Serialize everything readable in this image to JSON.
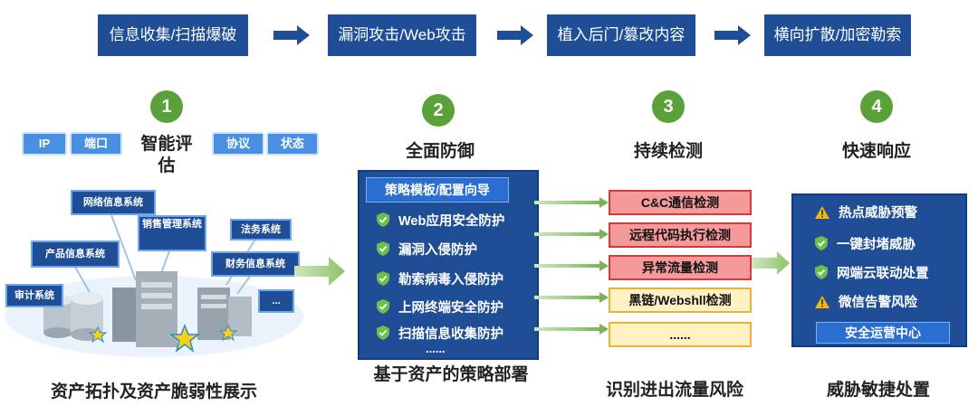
{
  "flow": [
    "信息收集/扫描爆破",
    "漏洞攻击/Web攻击",
    "植入后门/篡改内容",
    "横向扩散/加密勒索"
  ],
  "stages": [
    {
      "num": "1",
      "title": "智能评估",
      "bottom": "资产拓扑及资产脆弱性展示"
    },
    {
      "num": "2",
      "title": "全面防御",
      "bottom": "基于资产的策略部署"
    },
    {
      "num": "3",
      "title": "持续检测",
      "bottom": "识别进出流量风险"
    },
    {
      "num": "4",
      "title": "快速响应",
      "bottom": "威胁敏捷处置"
    }
  ],
  "tags": [
    "IP",
    "端口",
    "协议",
    "状态"
  ],
  "systems": [
    "网络信息系统",
    "销售管理系统",
    "法务系统",
    "产品信息系统",
    "财务信息系统",
    "审计系统",
    "..."
  ],
  "defense": {
    "header": "策略模板/配置向导",
    "items": [
      "Web应用安全防护",
      "漏洞入侵防护",
      "勒索病毒入侵防护",
      "上网终端安全防护",
      "扫描信息收集防护"
    ],
    "more": "......"
  },
  "detection": {
    "red": [
      "C&C通信检测",
      "远程代码执行检测",
      "异常流量检测"
    ],
    "yellow": [
      "黑链/Webshll检测",
      "......"
    ]
  },
  "response": {
    "items": [
      {
        "icon": "warning-icon",
        "label": "热点威胁预警"
      },
      {
        "icon": "shield-check-icon",
        "label": "一键封堵威胁"
      },
      {
        "icon": "shield-check-icon",
        "label": "网端云联动处置"
      },
      {
        "icon": "warning-icon",
        "label": "微信告警风险"
      }
    ],
    "footer": "安全运营中心"
  },
  "colors": {
    "navy": "#1f4e96",
    "green": "#5aa13a",
    "red_fill": "#f59a9a",
    "yellow_fill": "#fff1c2"
  }
}
